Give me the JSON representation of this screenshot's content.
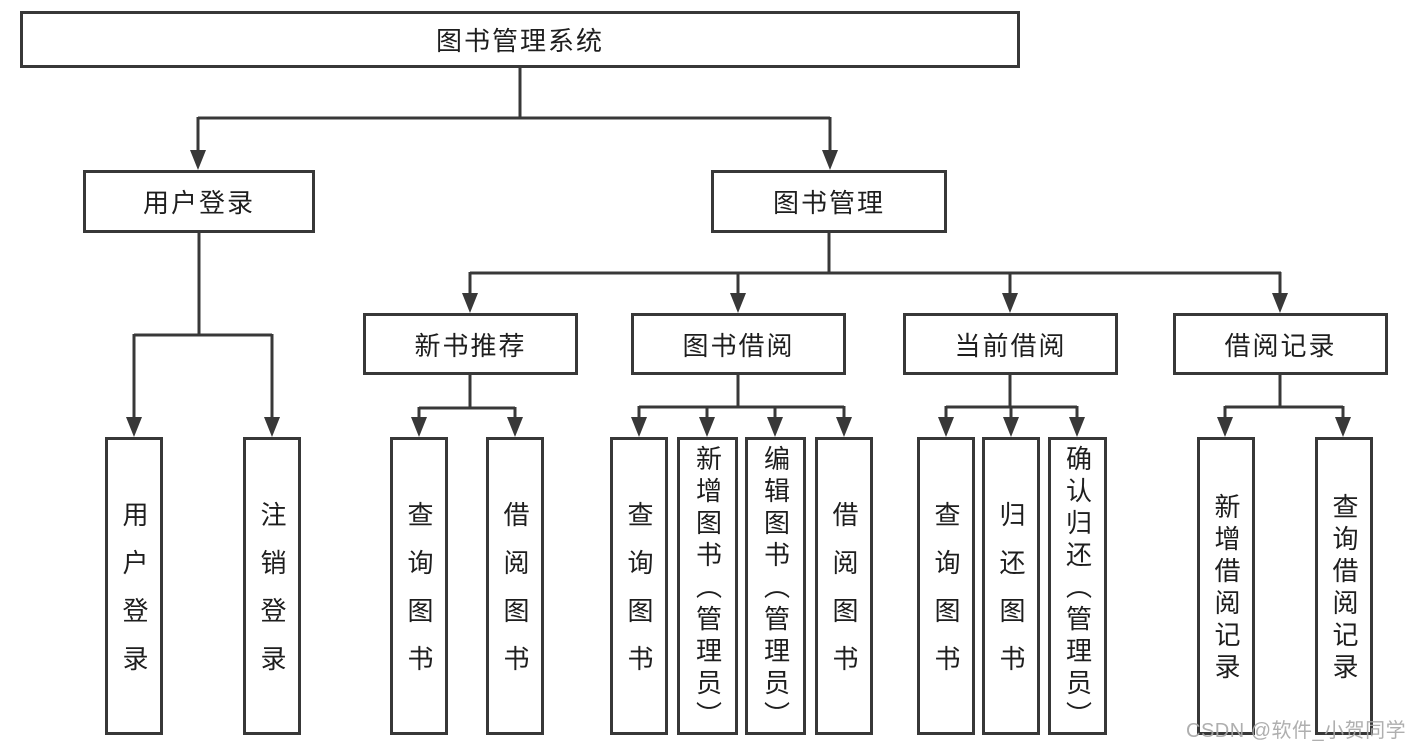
{
  "diagram": {
    "root": "图书管理系统",
    "branches": [
      {
        "label": "用户登录",
        "leaves": [
          "用户登录",
          "注销登录"
        ]
      },
      {
        "label": "图书管理",
        "groups": [
          {
            "label": "新书推荐",
            "leaves": [
              "查询图书",
              "借阅图书"
            ]
          },
          {
            "label": "图书借阅",
            "leaves": [
              "查询图书",
              "新增图书（管理员）",
              "编辑图书（管理员）",
              "借阅图书"
            ]
          },
          {
            "label": "当前借阅",
            "leaves": [
              "查询图书",
              "归还图书",
              "确认归还（管理员）"
            ]
          },
          {
            "label": "借阅记录",
            "leaves": [
              "新增借阅记录",
              "查询借阅记录"
            ]
          }
        ]
      }
    ]
  },
  "watermark": {
    "text": "CSDN @软件_小贺同学"
  },
  "colors": {
    "line": "#383838",
    "box_border": "#383838",
    "box_fill": "#ffffff",
    "text": "#1e1e1e",
    "watermark": "#a8a8a8",
    "background": "#ffffff"
  }
}
